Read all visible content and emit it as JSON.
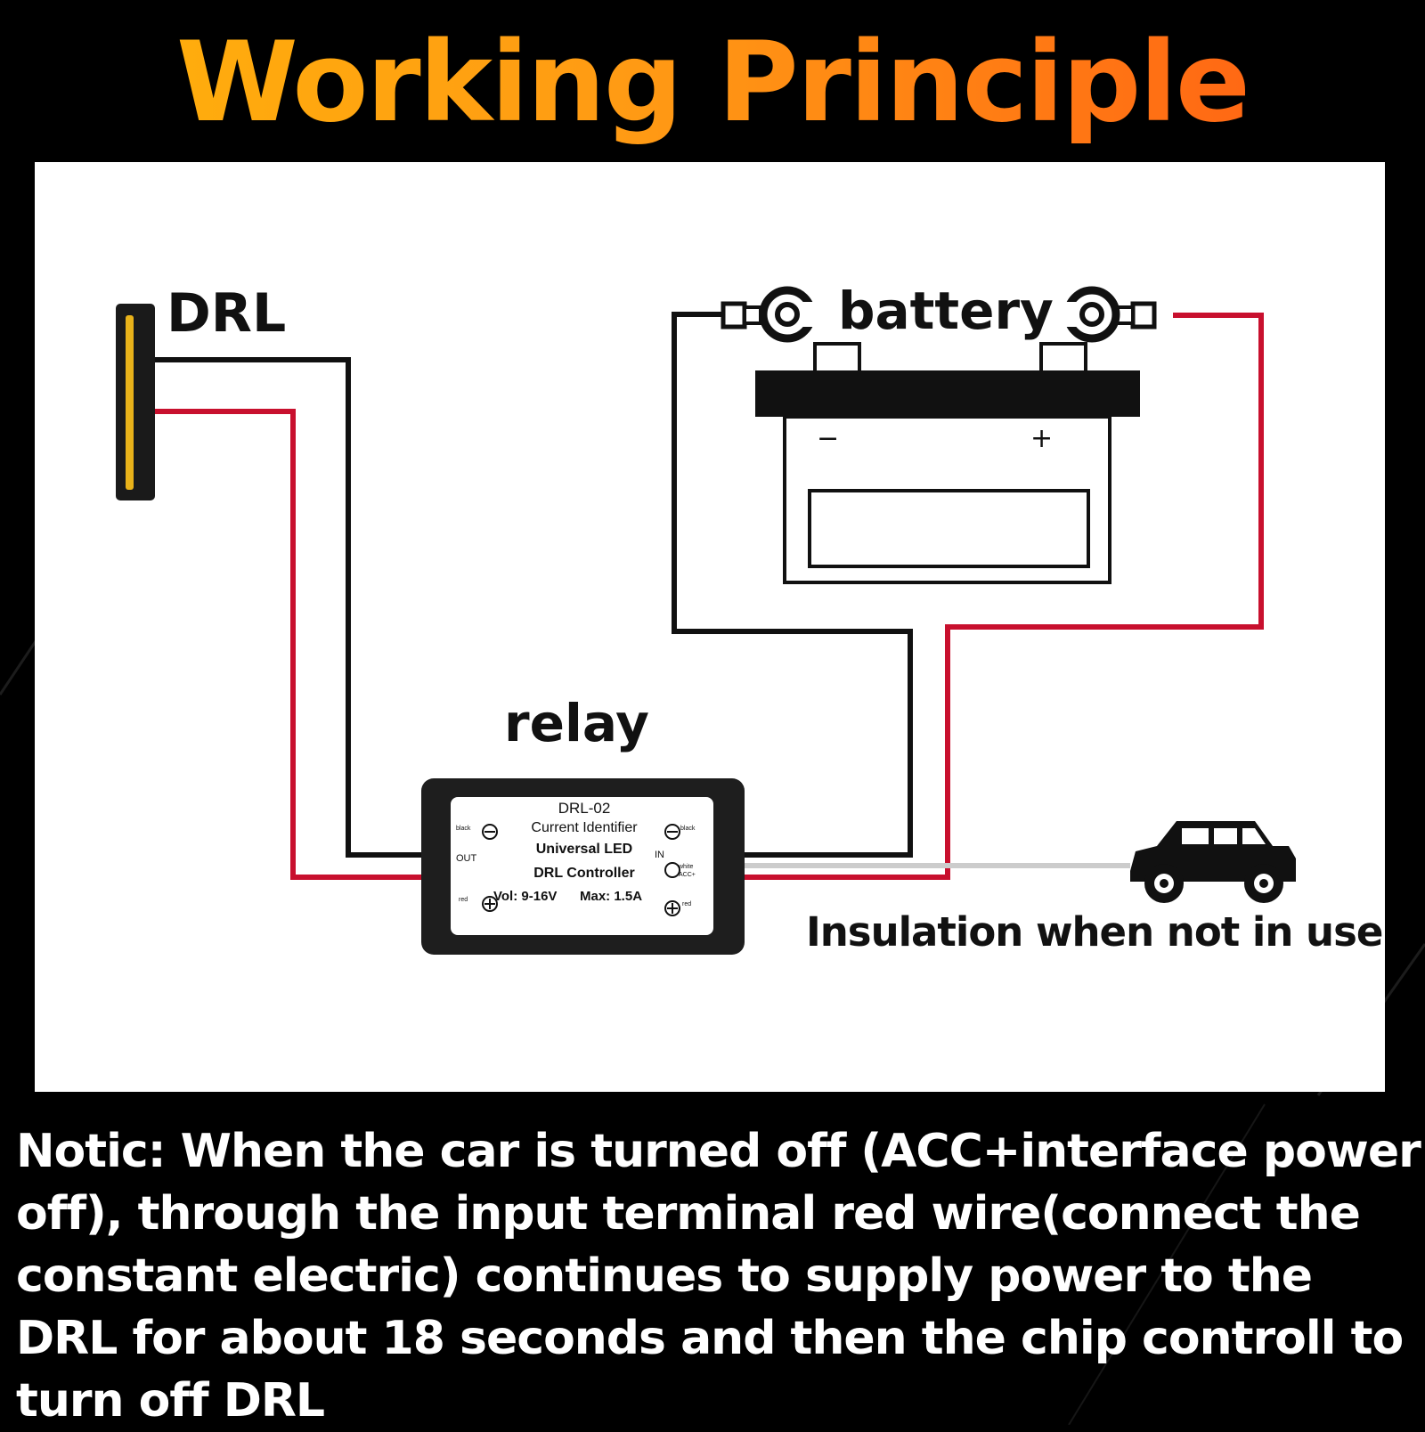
{
  "title": "Working Principle",
  "labels": {
    "drl": "DRL",
    "battery": "battery",
    "battery_minus": "−",
    "battery_plus": "+",
    "relay": "relay",
    "insulation": "Insulation when not in use"
  },
  "relay_plate": {
    "model": "DRL-02",
    "line1": "Current Identifier",
    "line2": "Universal LED",
    "line3": "DRL Controller",
    "voltage": "Vol: 9-16V",
    "max_current": "Max: 1.5A",
    "out_label": "OUT",
    "in_label": "IN",
    "out_black": "black",
    "out_red": "red",
    "in_black": "black",
    "in_white": "white",
    "in_acc": "ACC+",
    "in_red": "red"
  },
  "notice": "Notic: When the car is turned off (ACC+interface power off), through the input terminal red wire(connect the constant electric) continues to supply power to the DRL for about 18 seconds and then the chip controll to turn off DRL",
  "colors": {
    "title_start": "#ffb30a",
    "title_end": "#ff5a14",
    "wire_red": "#c8102e",
    "wire_black": "#111111",
    "wire_white": "#cccccc",
    "drl_glow": "#e8b21a"
  },
  "icons": [
    "drl-strip-icon",
    "battery-icon",
    "terminal-clamp-icon",
    "relay-box-icon",
    "car-icon"
  ]
}
